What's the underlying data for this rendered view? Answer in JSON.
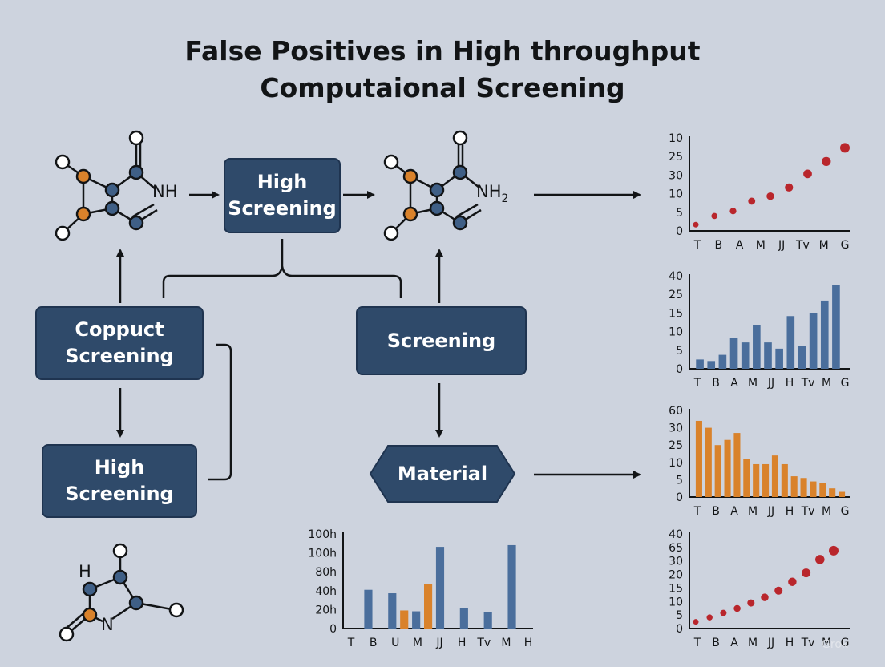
{
  "title": {
    "line1": "False Positives in High throughput",
    "line2": "Computaional Screening"
  },
  "boxes": {
    "high_screening_top": [
      "High",
      "Screening"
    ],
    "coppuct_screening": [
      "Coppuct",
      "Screening"
    ],
    "high_screening_bottom": [
      "High",
      "Screening"
    ],
    "screening": [
      "Screening"
    ],
    "material": "Material"
  },
  "molecules": {
    "left_label": "NH",
    "middle_label": "NH",
    "middle_subscript": "2",
    "bottom_h_label": "H",
    "bottom_n_label": "N"
  },
  "colors": {
    "box_fill": "#2f4a6a",
    "node_blue": "#3f5f86",
    "node_orange": "#d9822b",
    "bar_blue": "#4a6e9c",
    "bar_orange": "#d9822b",
    "point_red": "#b9262c"
  },
  "watermark": "Grok",
  "chart_data": [
    {
      "type": "scatter",
      "tick_labels_y": [
        "0",
        "5",
        "10",
        "30",
        "25",
        "10"
      ],
      "tick_labels_x": [
        "T",
        "B",
        "A",
        "M",
        "JJ",
        "Tv",
        "M",
        "G"
      ],
      "values": [
        0.5,
        1.2,
        1.6,
        2.4,
        2.8,
        3.5,
        4.6,
        5.6,
        6.7
      ],
      "y_range": [
        0,
        7.5
      ]
    },
    {
      "type": "bar",
      "tick_labels_y": [
        "0",
        "5",
        "10",
        "15",
        "25",
        "40"
      ],
      "tick_labels_x": [
        "T",
        "B",
        "A",
        "M",
        "JJ",
        "H",
        "Tv",
        "M",
        "G"
      ],
      "values": [
        3,
        2.5,
        4.5,
        10,
        8.5,
        14,
        8.5,
        6.5,
        17,
        7.5,
        18,
        22,
        27
      ],
      "y_range": [
        0,
        30
      ]
    },
    {
      "type": "bar",
      "tick_labels_y": [
        "0",
        "5",
        "10",
        "25",
        "30",
        "60"
      ],
      "tick_labels_x": [
        "T",
        "B",
        "A",
        "M",
        "JJ",
        "H",
        "Tv",
        "M",
        "G"
      ],
      "values": [
        22,
        20,
        15,
        16.5,
        18.5,
        11,
        9.5,
        9.5,
        12,
        9.5,
        6,
        5.5,
        4.5,
        4,
        2.5,
        1.5
      ],
      "y_range": [
        0,
        25
      ]
    },
    {
      "type": "scatter",
      "tick_labels_y": [
        "0",
        "5",
        "10",
        "15",
        "20",
        "30",
        "65",
        "40"
      ],
      "tick_labels_x": [
        "T",
        "B",
        "A",
        "M",
        "JJ",
        "H",
        "Tv",
        "M",
        "G"
      ],
      "values": [
        0.6,
        1,
        1.4,
        1.8,
        2.3,
        2.8,
        3.4,
        4.2,
        5,
        6.2,
        7
      ],
      "y_range": [
        0,
        8.5
      ]
    },
    {
      "type": "bar",
      "tick_labels_y": [
        "0",
        "20h",
        "40h",
        "80h",
        "100h",
        "100h"
      ],
      "tick_labels_x": [
        "T",
        "B",
        "U",
        "M",
        "JJ",
        "H",
        "Tv",
        "M",
        "H"
      ],
      "series": [
        {
          "color": "blue",
          "values": [
            45,
            0,
            41,
            0,
            20,
            0,
            95,
            0,
            24,
            0,
            19,
            0,
            97
          ]
        },
        {
          "color": "orange",
          "values": [
            0,
            0,
            0,
            21,
            0,
            52,
            0,
            0,
            0,
            0,
            0,
            0,
            0
          ]
        }
      ],
      "y_range": [
        0,
        110
      ]
    }
  ]
}
